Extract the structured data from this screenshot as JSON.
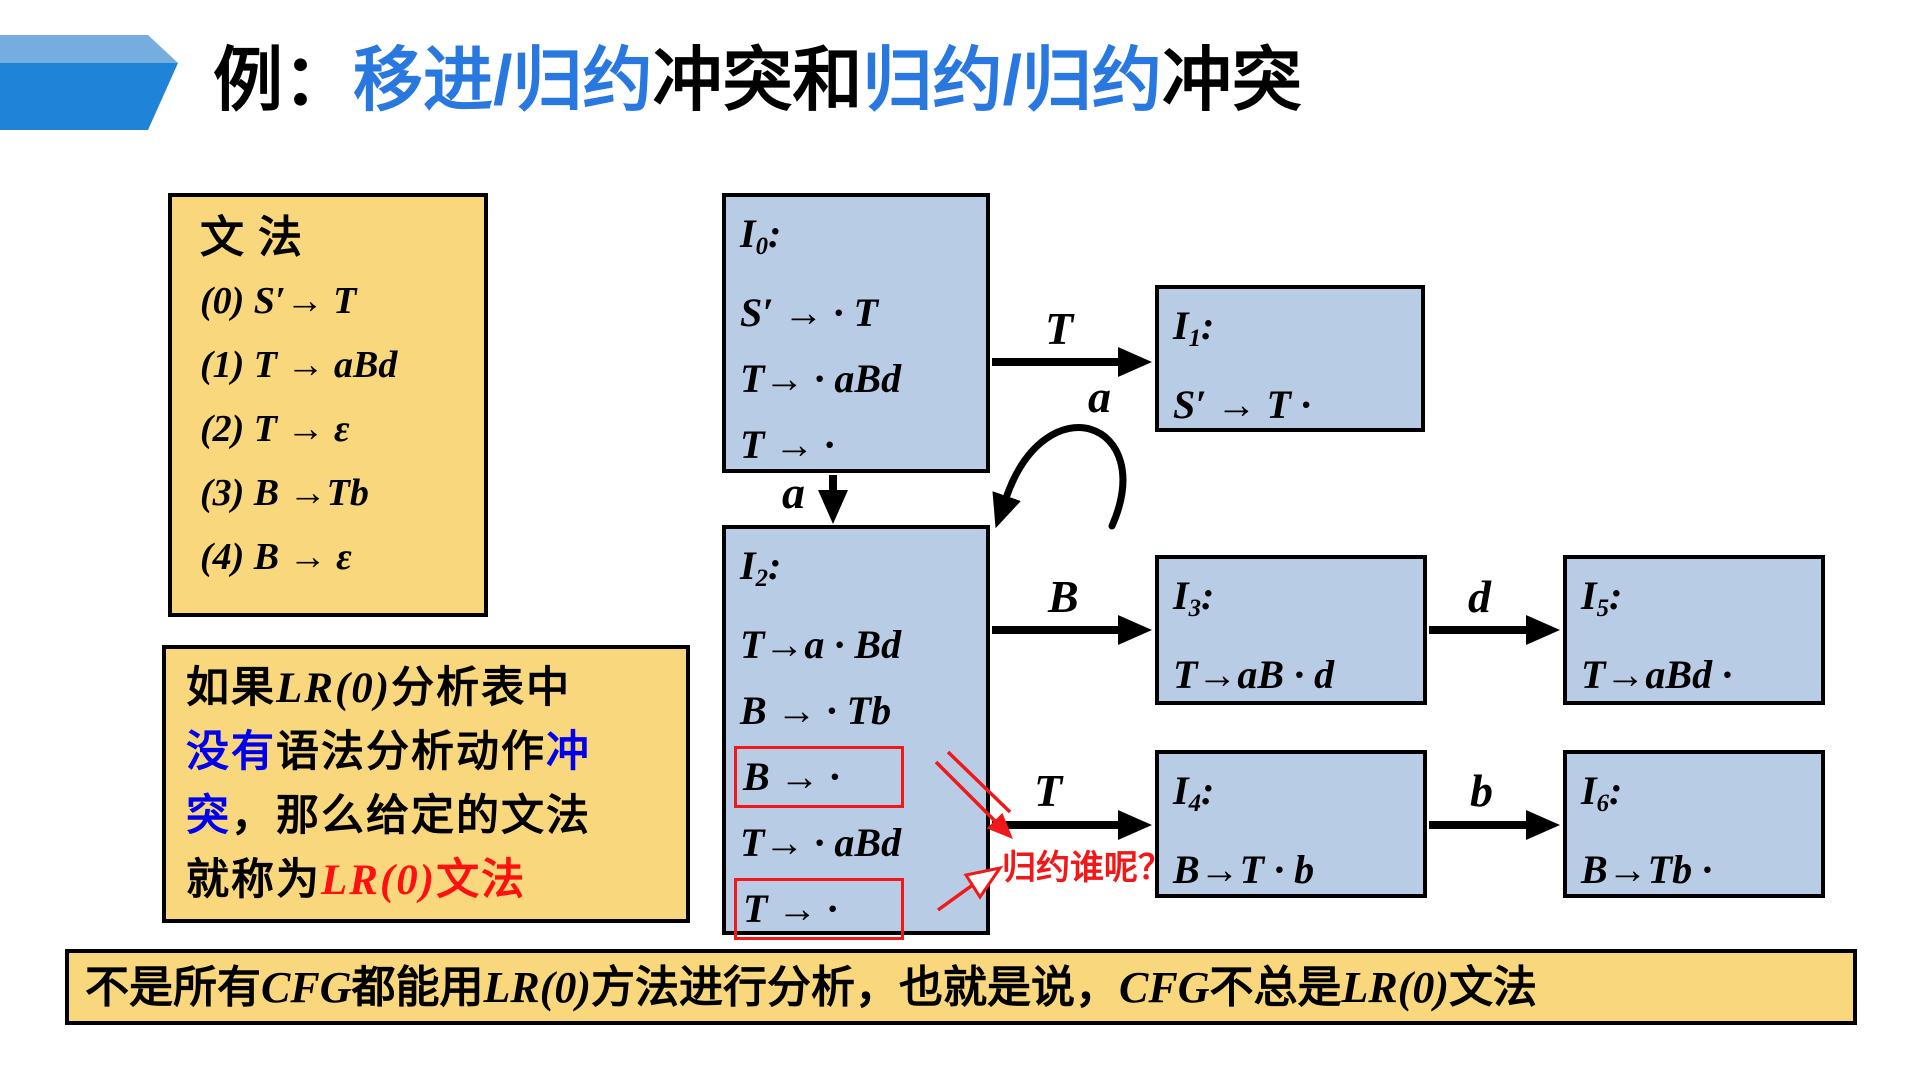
{
  "title": {
    "prefix": "例：",
    "conflict1": "移进/归约",
    "middle": "冲突和",
    "conflict2": "归约/归约",
    "suffix": "冲突"
  },
  "grammar": {
    "heading": "文法",
    "productions": [
      "(0) S′→ T",
      "(1) T → aBd",
      "(2) T →  ε",
      "(3) B →Tb",
      "(4) B → ε"
    ]
  },
  "note": {
    "l1a": "如果",
    "l1b": "LR(0)",
    "l1c": "分析表中",
    "l2a": "没有",
    "l2b": "语法分析动作",
    "l2c": "冲",
    "l3a": "突",
    "l3b": "，那么给定的文法",
    "l4a": "就称为",
    "l4b": "LR(0)",
    "l4c": "文法"
  },
  "banner": {
    "s1": "不是所有",
    "s2": "CFG",
    "s3": "都能用",
    "s4": "LR(0)",
    "s5": "方法进行分析，也就是说，",
    "s6": "CFG",
    "s7": "不总是",
    "s8": "LR(0)",
    "s9": "文法"
  },
  "automaton": {
    "states": {
      "i0": {
        "name": "I",
        "sub": "0",
        "colon": ":",
        "items": [
          "S′ → · T",
          "T→ · aBd",
          "T → ·"
        ]
      },
      "i1": {
        "name": "I",
        "sub": "1",
        "colon": ":",
        "items": [
          "S′ → T ·"
        ]
      },
      "i2": {
        "name": "I",
        "sub": "2",
        "colon": ":",
        "items": [
          "T→a · Bd",
          "B → · Tb",
          "B → ·",
          "T→ · aBd",
          "T → ·"
        ]
      },
      "i3": {
        "name": "I",
        "sub": "3",
        "colon": ":",
        "items": [
          "T→aB · d"
        ]
      },
      "i4": {
        "name": "I",
        "sub": "4",
        "colon": ":",
        "items": [
          "B→T · b"
        ]
      },
      "i5": {
        "name": "I",
        "sub": "5",
        "colon": ":",
        "items": [
          "T→aBd ·"
        ]
      },
      "i6": {
        "name": "I",
        "sub": "6",
        "colon": ":",
        "items": [
          "B→Tb ·"
        ]
      }
    },
    "edges": {
      "i0_to_i1": "T",
      "i0_to_i2": "a",
      "i2_self": "a",
      "i2_to_i3": "B",
      "i3_to_i5": "d",
      "i2_to_i4": "T",
      "i4_to_i6": "b"
    },
    "annotation": "归约谁呢？"
  },
  "colors": {
    "yellow_box": "#F9D77D",
    "blue_state_box": "#B9CCE6",
    "title_accent_blue": "#2878E0",
    "note_blue": "#0000EE",
    "conflict_red": "#FF1010",
    "chevron_dark": "#1F84D8",
    "chevron_light": "#74ADDE"
  }
}
